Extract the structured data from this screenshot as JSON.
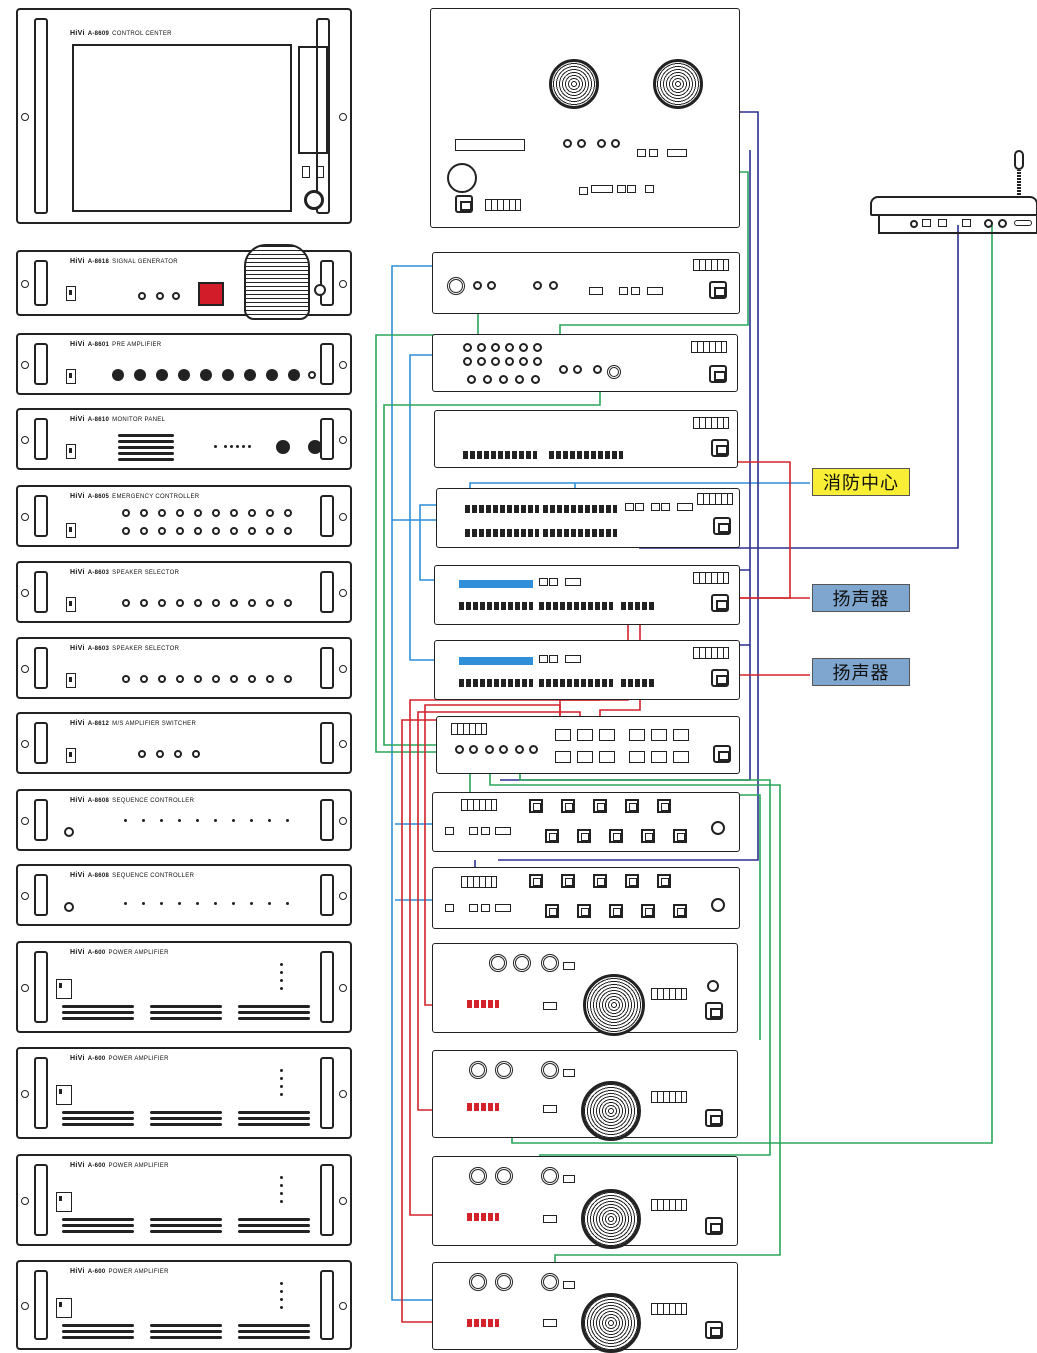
{
  "front_rack": [
    {
      "id": "control-center",
      "brand": "HiVi",
      "model": "A-8609",
      "name": "CONTROL CENTER"
    },
    {
      "id": "signal-generator",
      "brand": "HiVi",
      "model": "A-8618",
      "name": "SIGNAL GENERATOR"
    },
    {
      "id": "pre-amplifier",
      "brand": "HiVi",
      "model": "A-8601",
      "name": "PRE AMPLIFIER"
    },
    {
      "id": "monitor-panel",
      "brand": "HiVi",
      "model": "A-8610",
      "name": "MONITOR PANEL"
    },
    {
      "id": "emergency-controller",
      "brand": "HiVi",
      "model": "A-8605",
      "name": "EMERGENCY CONTROLLER"
    },
    {
      "id": "speaker-selector-1",
      "brand": "HiVi",
      "model": "A-8603",
      "name": "SPEAKER SELECTOR"
    },
    {
      "id": "speaker-selector-2",
      "brand": "HiVi",
      "model": "A-8603",
      "name": "SPEAKER SELECTOR"
    },
    {
      "id": "ms-amplifier-switcher",
      "brand": "HiVi",
      "model": "A-8612",
      "name": "M/S AMPLIFIER SWITCHER"
    },
    {
      "id": "sequence-controller-1",
      "brand": "HiVi",
      "model": "A-8608",
      "name": "SEQUENCE CONTROLLER"
    },
    {
      "id": "sequence-controller-2",
      "brand": "HiVi",
      "model": "A-8608",
      "name": "SEQUENCE CONTROLLER"
    },
    {
      "id": "power-amplifier-1",
      "brand": "HiVi",
      "model": "A-600",
      "name": "POWER AMPLIFIER"
    },
    {
      "id": "power-amplifier-2",
      "brand": "HiVi",
      "model": "A-600",
      "name": "POWER AMPLIFIER"
    },
    {
      "id": "power-amplifier-3",
      "brand": "HiVi",
      "model": "A-600",
      "name": "POWER AMPLIFIER"
    },
    {
      "id": "power-amplifier-4",
      "brand": "HiVi",
      "model": "A-600",
      "name": "POWER AMPLIFIER"
    }
  ],
  "callouts": {
    "fire_center": "消防中心",
    "speaker_1": "扬声器",
    "speaker_2": "扬声器"
  },
  "colors": {
    "blue_wire": "#2f8fd8",
    "navy_wire": "#2b2f8f",
    "green_wire": "#2aa55a",
    "red_wire": "#d4222b",
    "fire_label_bg": "#f7ee35",
    "speaker_label_bg": "#7fa6cf"
  },
  "icons": [
    "handle-icon",
    "power-switch-icon",
    "knob-icon",
    "fan-icon",
    "xlr-jack-icon",
    "rj45-port-icon",
    "iec-power-inlet-icon",
    "gooseneck-mic-icon",
    "handheld-mic-icon"
  ]
}
